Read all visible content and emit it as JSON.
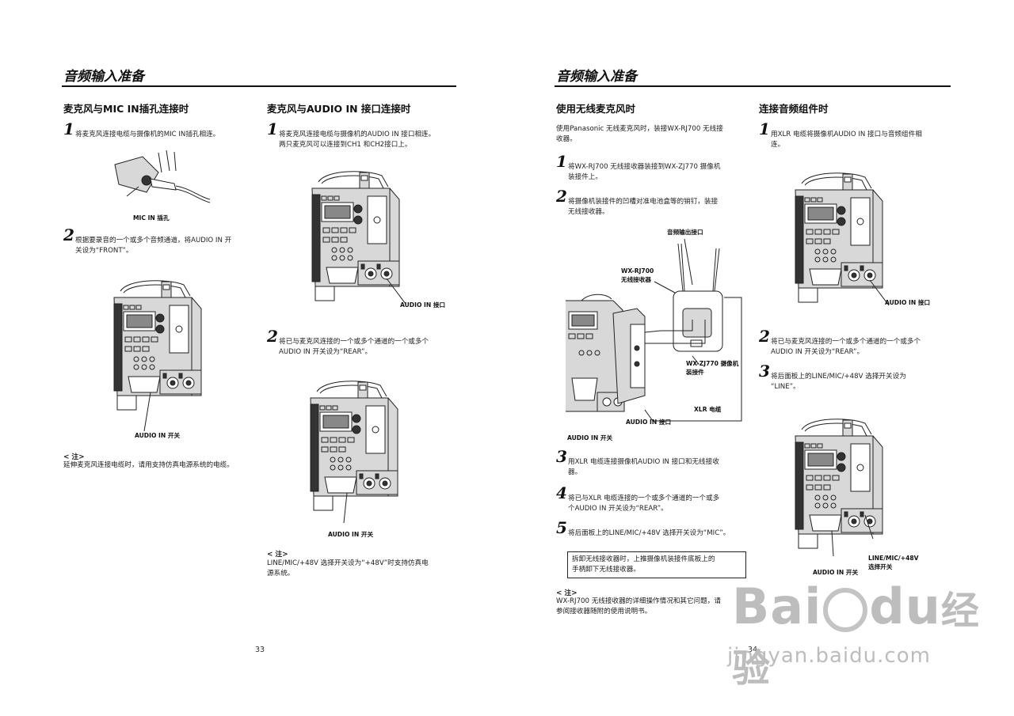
{
  "left_page": {
    "title": "音频输入准备",
    "page_number": "33",
    "col1": {
      "heading": "麦克风与MIC IN插孔连接时",
      "step1": {
        "num": "1",
        "text": "将麦克风连接电缆与摄像机的MIC IN插孔相连。"
      },
      "fig1_caption": "MIC IN 插孔",
      "step2": {
        "num": "2",
        "text_l1": "根据要录音的一个或多个音频通道，将AUDIO IN 开",
        "text_l2": "关设为“FRONT”。"
      },
      "fig2_caption": "AUDIO IN 开关",
      "note_title": "< 注>",
      "note_text": "延伸麦克风连接电缆时，请用支持仿真电源系统的电缆。"
    },
    "col2": {
      "heading": "麦克风与AUDIO IN 接口连接时",
      "step1": {
        "num": "1",
        "text_l1": "将麦克风连接电缆与摄像机的AUDIO IN 接口相连。",
        "text_l2": "两只麦克风可以连接到CH1 和CH2接口上。"
      },
      "fig1_caption": "AUDIO IN 接口",
      "step2": {
        "num": "2",
        "text_l1": "将已与麦克风连接的一个或多个通道的一个或多个",
        "text_l2": "AUDIO IN 开关设为“REAR”。"
      },
      "fig2_caption": "AUDIO IN 开关",
      "note_title": "< 注>",
      "note_l1": "LINE/MIC/+48V 选择开关设为“+48V”时支持仿真电",
      "note_l2": "源系统。"
    }
  },
  "right_page": {
    "title": "音频输入准备",
    "page_number": "34",
    "col1": {
      "heading": "使用无线麦克风时",
      "intro_l1": "使用Panasonic 无线麦克风时，装接WX-RJ700 无线接",
      "intro_l2": "收器。",
      "step1": {
        "num": "1",
        "text_l1": "将WX-RJ700 无线接收器装接到WX-ZJ770 摄像机",
        "text_l2": "装接件上。"
      },
      "step2": {
        "num": "2",
        "text_l1": "将摄像机装接件的凹槽对准电池盒等的销钉，装接",
        "text_l2": "无线接收器。"
      },
      "fig_labels": {
        "audio_out": "音频输出接口",
        "receiver_l1": "WX-RJ700",
        "receiver_l2": "无线接收器",
        "mount_l1": "WX-ZJ770 摄像机",
        "mount_l2": "装接件",
        "xlr": "XLR 电缆",
        "audio_in_jack": "AUDIO IN 接口",
        "audio_in_switch": "AUDIO IN 开关"
      },
      "step3": {
        "num": "3",
        "text_l1": "用XLR 电缆连接摄像机AUDIO IN 接口和无线接收",
        "text_l2": "器。"
      },
      "step4": {
        "num": "4",
        "text_l1": "将已与XLR 电缆连接的一个或多个通道的一个或多",
        "text_l2": "个AUDIO IN 开关设为“REAR”。"
      },
      "step5": {
        "num": "5",
        "text": "将后面板上的LINE/MIC/+48V 选择开关设为“MIC”。"
      },
      "box_l1": "拆卸无线接收器时，上推摄像机装接件底板上的",
      "box_l2": "手柄卸下无线接收器。",
      "note_title": "< 注>",
      "note_l1": "WX-RJ700 无线接收器的详细操作情况和其它问题，请",
      "note_l2": "参阅接收器随附的使用说明书。"
    },
    "col2": {
      "heading": "连接音频组件时",
      "step1": {
        "num": "1",
        "text_l1": "用XLR 电缆将摄像机AUDIO IN 接口与音频组件相",
        "text_l2": "连。"
      },
      "fig1_caption": "AUDIO IN 接口",
      "step2": {
        "num": "2",
        "text_l1": "将已与麦克风连接的一个或多个通道的一个或多个",
        "text_l2": "AUDIO IN 开关设为“REAR”。"
      },
      "step3": {
        "num": "3",
        "text_l1": "将后面板上的LINE/MIC/+48V 选择开关设为",
        "text_l2": "“LINE”。"
      },
      "fig2_caption_l1": "LINE/MIC/+48V",
      "fig2_caption_l2": "选择开关",
      "fig2_caption_switch": "AUDIO IN 开关"
    }
  },
  "watermark": {
    "brand": "Bai",
    "brand_du": "du",
    "brand_cn": "经验",
    "url": "jingyan.baidu.com"
  }
}
